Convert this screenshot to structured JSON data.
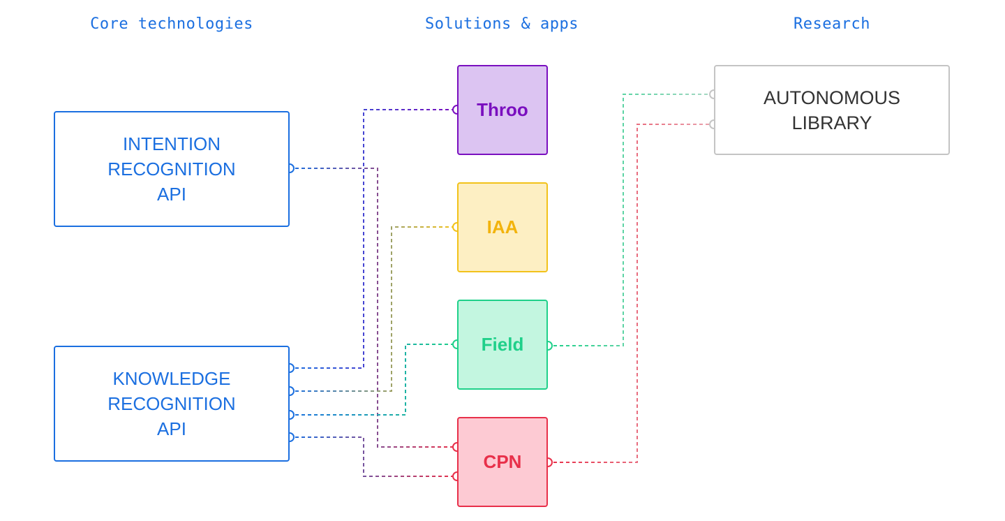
{
  "columns": {
    "core": "Core technologies",
    "solutions": "Solutions & apps",
    "research": "Research"
  },
  "nodes": {
    "intention_api": "INTENTION\nRECOGNITION\nAPI",
    "knowledge_api": "KNOWLEDGE\nRECOGNITION\nAPI",
    "throo": "Throo",
    "iaa": "IAA",
    "field": "Field",
    "cpn": "CPN",
    "autonomous_library": "AUTONOMOUS\nLIBRARY"
  },
  "colors": {
    "core": "#1b6fe0",
    "throo": {
      "border": "#7a0fbf",
      "fill": "#dcc4f2",
      "text": "#7a0fbf"
    },
    "iaa": {
      "border": "#f2c21a",
      "fill": "#fdefc3",
      "text": "#f2b30c"
    },
    "field": {
      "border": "#1fd08a",
      "fill": "#c3f6e0",
      "text": "#1fd08a"
    },
    "cpn": {
      "border": "#e8304a",
      "fill": "#fdcad3",
      "text": "#e8304a"
    },
    "research": "#c4c4c4"
  },
  "connections": [
    {
      "from": "knowledge_api",
      "to": "throo"
    },
    {
      "from": "intention_api",
      "to": "cpn"
    },
    {
      "from": "knowledge_api",
      "to": "iaa"
    },
    {
      "from": "knowledge_api",
      "to": "field"
    },
    {
      "from": "knowledge_api",
      "to": "cpn"
    },
    {
      "from": "field",
      "to": "autonomous_library"
    },
    {
      "from": "cpn",
      "to": "autonomous_library"
    }
  ]
}
